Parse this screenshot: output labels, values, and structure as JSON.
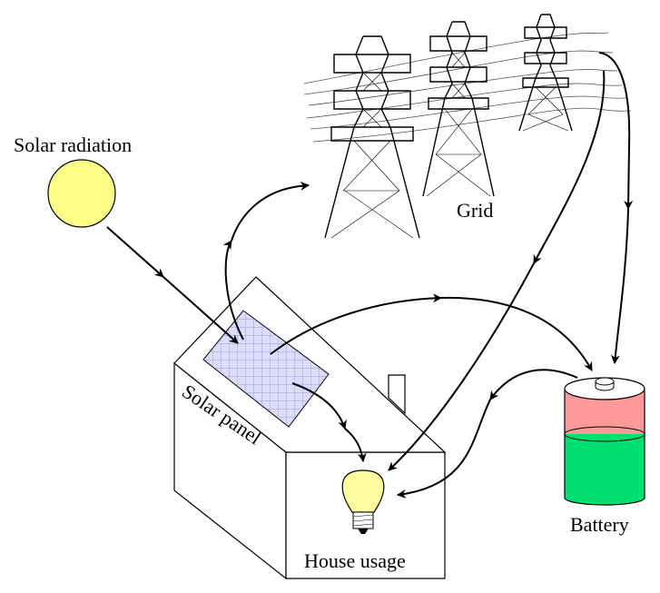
{
  "labels": {
    "solar_radiation": "Solar radiation",
    "grid": "Grid",
    "solar_panel": "Solar panel",
    "battery": "Battery",
    "house_usage": "House usage"
  },
  "colors": {
    "sun": "#ffff88",
    "panel": "#dcdcff",
    "panel_grid": "#8888cc",
    "battery_top": "#ff9999",
    "battery_bottom": "#00e070",
    "bulb": "#ffffa0"
  },
  "nodes": [
    {
      "id": "sun",
      "label": "Solar radiation"
    },
    {
      "id": "panel",
      "label": "Solar panel"
    },
    {
      "id": "grid",
      "label": "Grid"
    },
    {
      "id": "battery",
      "label": "Battery"
    },
    {
      "id": "house",
      "label": "House usage"
    }
  ],
  "edges": [
    {
      "from": "sun",
      "to": "panel"
    },
    {
      "from": "panel",
      "to": "grid"
    },
    {
      "from": "panel",
      "to": "battery"
    },
    {
      "from": "panel",
      "to": "house"
    },
    {
      "from": "grid",
      "to": "battery"
    },
    {
      "from": "grid",
      "to": "house"
    },
    {
      "from": "battery",
      "to": "house"
    }
  ]
}
